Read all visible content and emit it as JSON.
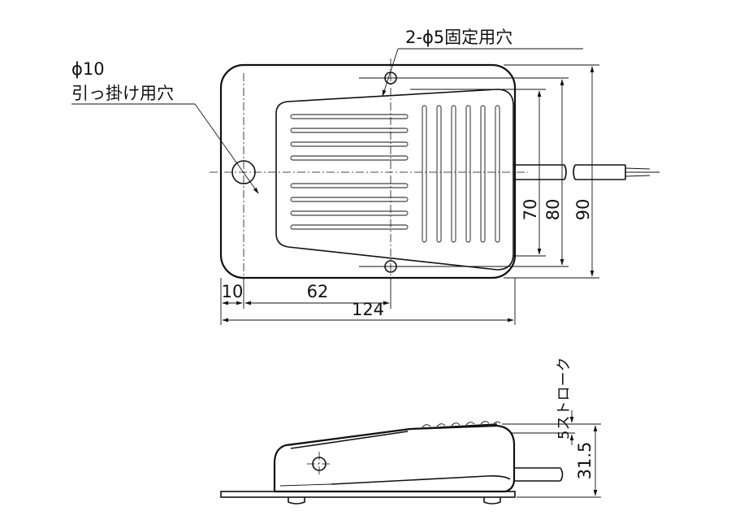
{
  "labels": {
    "hook_hole_dia": "ϕ10",
    "hook_hole_text": "引っ掛け用穴",
    "fixing_hole": "2-ϕ5固定用穴",
    "stroke": "5ストローク"
  },
  "dimensions": {
    "d10": "10",
    "d62": "62",
    "d124": "124",
    "d70": "70",
    "d80": "80",
    "d90": "90",
    "d31_5": "31.5"
  }
}
